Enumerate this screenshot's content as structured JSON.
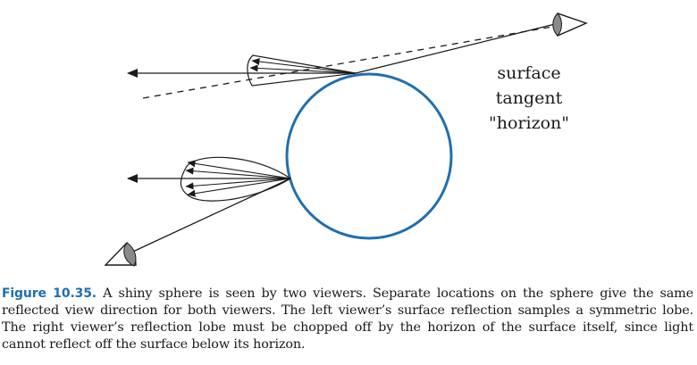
{
  "figure": {
    "annotation_lines": [
      "surface",
      "tangent",
      "\"horizon\""
    ],
    "colors": {
      "sphere": "#1f6fb0",
      "lines": "#1a1a1a",
      "eye_iris": "#8a8a8a",
      "caption_label": "#1f6fb0"
    },
    "icons": [
      "eye-icon-right-viewer",
      "eye-icon-left-viewer"
    ]
  },
  "caption": {
    "label": "Figure 10.35.",
    "text": "A shiny sphere is seen by two viewers. Separate locations on the sphere give the same reflected view direction for both viewers. The left viewer’s surface reflection samples a symmetric lobe. The right viewer’s reflection lobe must be chopped off by the horizon of the surface itself, since light cannot reflect off the surface below its horizon."
  }
}
